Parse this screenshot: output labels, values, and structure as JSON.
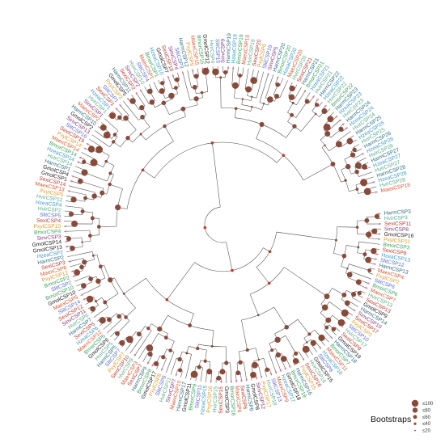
{
  "species_colors": {
    "Harm": "#2f6f86",
    "Hvir": "#5cae8a",
    "Hzea": "#3d9ad0",
    "Bmor": "#3aa35a",
    "Maex": "#e0552e",
    "Pxyl": "#e39a2b",
    "Sexi": "#c0392b",
    "Sinv": "#8a3a7a",
    "Slit": "#5b6ed6",
    "Gmol": "#222222",
    "Sfru": "#9aa82a"
  },
  "node_color": "#8a4a3a",
  "tip_marker_color": "#e07a84",
  "tree": {
    "tips": [
      "HarmCSP3",
      "HvirCSP3",
      "SexiCSP11",
      "SinvCSP8",
      "GmolCSP16",
      "PxylCSP11",
      "BmorCSP3",
      "SexiCSP8",
      "HzeaCSP13",
      "SlitCSP12",
      "HarmCSP13",
      "MaexCSP4",
      "PxylCSP2",
      "SlitCSP6",
      "BmorCSP6",
      "MaexCSP7",
      "HvirCSP13",
      "SexiCSP13",
      "GmolCSP9",
      "HarmCSP14",
      "SinvCSP10",
      "SexiCSP17",
      "PxylCSP1",
      "SlitCSP10",
      "HvirCSP17",
      "SexiCSP9",
      "GmolCSP19",
      "HarmCSP18",
      "BmorCSP7",
      "MaexCSP11",
      "HzeaCSP16",
      "SlitCSP8",
      "GmolCSP15",
      "HvirCSP16",
      "SexiCSP16",
      "PxylCSP15",
      "HarmCSP16",
      "BmorCSP18",
      "GmolCSP18",
      "HzeaCSP17",
      "MaexCSP9",
      "SlitCSP13",
      "HvirCSP18",
      "PxylCSP17",
      "SinvCSP12",
      "GmolCSP8",
      "HarmCSP6",
      "SexiCSP6",
      "MaexCSP6",
      "BmorCSP16",
      "GmolCSP3",
      "SexiCSP15",
      "HvirCSP15",
      "PxylCSP16",
      "HzeaCSP15",
      "SlitCSP11",
      "BmorCSP9",
      "GmolCSP11",
      "HarmCSP17",
      "MaexCSP10",
      "SinvCSP7",
      "HvirCSP11",
      "SlitCSP9",
      "PxylCSP8",
      "GmolCSP17",
      "BmorCSP8",
      "HarmCSP9",
      "SexiCSP7",
      "MaexCSP3",
      "HvirCSP9",
      "SexiCSP10",
      "PxylCSP7",
      "SlitCSP7",
      "HarmCSP5",
      "HvirCSP5",
      "GmolCSP6",
      "BmorCSP5",
      "MaexCSP12",
      "HzeaCSP6",
      "SexiCSP5",
      "HarmCSP7",
      "HvirCSP6",
      "SinvCSP11",
      "SexiCSP12",
      "SlitCSP14",
      "MaexCSP5",
      "GmolCSP10",
      "BmorCSP10",
      "SlitCSP2",
      "BmorCSP2",
      "PxylCSP12",
      "MaexCSP8",
      "SexiCSP3",
      "HarmCSP2",
      "HzeaCSP2",
      "GmolCSP13",
      "GmolCSP14",
      "SinvCSP3",
      "BmorCSP4",
      "PxylCSP10",
      "SexiCSP4",
      "SlitCSP5",
      "HvirCSP2",
      "HzeaCSP4",
      "HvirCSP12",
      "PxylCSP5",
      "MaexCSP13",
      "SexiCSP14",
      "GmolCSP1",
      "GmolCSP4",
      "HarmCSP1",
      "HvirCSP14",
      "HzeaCSP14",
      "BmorCSP14",
      "MaexCSP14",
      "PxylCSP14",
      "SexiCSP19",
      "SlitCSP16",
      "SinvCSP13",
      "GmolCSP2",
      "HarmCSP10",
      "MaexCSP2",
      "SinvCSP1",
      "HvirCSP1",
      "HzeaCSP1",
      "SexiCSP1",
      "SlitCSP1",
      "PxylCSP3",
      "GmolCSP5",
      "HarmCSP11",
      "SexiCSP2",
      "SinvCSP2",
      "HvirCSP10",
      "SlitCSP4",
      "MaexCSP1",
      "BmorCSP1",
      "HzeaCSP10",
      "GmolCSP7",
      "SexiCSP18",
      "SinvCSP4",
      "SlitCSP3",
      "HarmCSP12",
      "PxylCSP9",
      "MaexCSP15",
      "BmorCSP15",
      "GmolCSP12",
      "HvirCSP4",
      "SlitCSP15",
      "SinvCSP9",
      "HarmCSP19",
      "HzeaCSP19",
      "BmorCSP19",
      "MaexCSP19",
      "HvirCSP19",
      "SexiCSP20",
      "PxylCSP6",
      "SlitCSP19",
      "SinvCSP5",
      "HarmCSP20",
      "BmorCSP20",
      "HzeaCSP20",
      "MaexCSP20",
      "HvirCSP20",
      "SexiCSP21",
      "HarmCSP21",
      "BmorCSP21",
      "HzeaCSP21",
      "HvirCSP21",
      "HarmCSP22",
      "HzeaCSP22",
      "HvirCSP22",
      "BmorCSP22",
      "HarmCSP23",
      "HzeaCSP23",
      "HvirCSP23",
      "HarmCSP24",
      "HzeaCSP24",
      "HvirCSP24",
      "HarmCSP25",
      "HzeaCSP25",
      "HvirCSP25",
      "HarmCSP26",
      "HzeaCSP26",
      "HvirCSP26",
      "HarmCSP27",
      "HzeaCSP27",
      "HvirCSP27",
      "HarmCSP28",
      "HzeaCSP28",
      "HvirCSP28",
      "MaexCSP18"
    ]
  },
  "legend": {
    "title": "Bootstraps",
    "entries": [
      {
        "label": "≤100",
        "size": 4.2
      },
      {
        "label": "≤80",
        "size": 3.2
      },
      {
        "label": "≤60",
        "size": 2.4
      },
      {
        "label": "≤40",
        "size": 1.6
      },
      {
        "label": "≤20",
        "size": 0.9
      }
    ]
  }
}
